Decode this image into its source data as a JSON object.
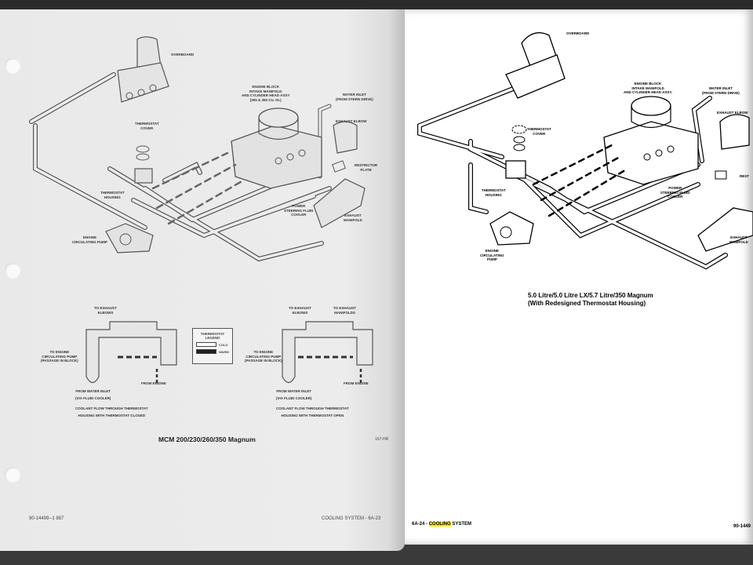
{
  "left_page": {
    "diagram_labels": {
      "overboard": "OVERBOARD",
      "engine_block": [
        "ENGINE BLOCK",
        "INTAKE MANIFOLD",
        "AND CYLINDER HEAD ASSY",
        "(305 & 350 CU. IN.)"
      ],
      "water_inlet": [
        "WATER INLET",
        "(FROM STERN DRIVE)"
      ],
      "thermostat_cover": [
        "THERMOSTAT",
        "COVER"
      ],
      "exhaust_elbow": "EXHAUST ELBOW",
      "restrictor_plate": [
        "RESTRICTOR",
        "PLATE"
      ],
      "thermostat_housing": [
        "THERMOSTAT",
        "HOUSING"
      ],
      "power_steering": [
        "POWER",
        "STEERING FLUID",
        "COOLER"
      ],
      "exhaust_manifold": [
        "EXHAUST",
        "MANIFOLD"
      ],
      "circulating_pump": [
        "ENGINE",
        "CIRCULATING PUMP"
      ]
    },
    "closed_detail": {
      "to_exhaust_elbows": [
        "TO EXHAUST",
        "ELBOWS"
      ],
      "to_pump": [
        "TO ENGINE",
        "CIRCULATING PUMP",
        "(PASSAGE IN BLOCK)"
      ],
      "from_engine": "FROM ENGINE",
      "from_water_inlet": [
        "FROM WATER INLET",
        "(VIA FLUID COOLER)"
      ],
      "caption": [
        "COOLANT FLOW THROUGH THERMOSTAT",
        "HOUSING WITH THERMOSTAT CLOSED"
      ]
    },
    "legend": {
      "title": [
        "THERMOSTAT",
        "LEGEND"
      ],
      "cold": "COLD",
      "warm": "WARM"
    },
    "open_detail": {
      "to_exhaust_elbows": [
        "TO EXHAUST",
        "ELBOWS"
      ],
      "to_exhaust_manifolds": [
        "TO EXHAUST",
        "MANIFOLDS"
      ],
      "to_pump": [
        "TO ENGINE",
        "CIRCULATING PUMP",
        "(PASSAGE IN BLOCK)"
      ],
      "from_engine": "FROM ENGINE",
      "from_water_inlet": [
        "FROM WATER INLET",
        "(VIA FLUID COOLER)"
      ],
      "caption": [
        "COOLANT FLOW THROUGH THERMOSTAT",
        "HOUSING WITH THERMOSTAT OPEN"
      ]
    },
    "title": "MCM 200/230/260/350 Magnum",
    "figure_code": "167-HR",
    "footer_left": "90-14499--1 887",
    "footer_right": "COOLING SYSTEM - 6A-23"
  },
  "right_page": {
    "diagram_labels": {
      "overboard": "OVERBOARD",
      "engine_block": [
        "ENGINE BLOCK",
        "INTAKE MANIFOLD",
        "AND CYLINDER HEAD ASSY."
      ],
      "water_inlet": [
        "WATER INLET",
        "(FROM STERN DRIVE)"
      ],
      "exhaust_elbow": "EXHAUST ELBOW",
      "thermostat_cover": [
        "THERMOSTAT",
        "COVER"
      ],
      "thermostat_housing": [
        "THERMOSTAT",
        "HOUSING"
      ],
      "power_steering": [
        "POWER",
        "STEERING FLUID",
        "COOLER"
      ],
      "restrictor": "REST",
      "exhaust_manifold": [
        "EXHAUST",
        "MANIFOLD"
      ],
      "circulating_pump": [
        "ENGINE",
        "CIRCULATING",
        "PUMP"
      ]
    },
    "caption": [
      "5.0 Litre/5.0 Litre LX/5.7 Litre/350 Magnum",
      "(With Redesigned Thermostat Housing)"
    ],
    "footer_prefix": "6A-24 - ",
    "footer_highlight": "COOLING",
    "footer_suffix": " SYSTEM",
    "footer_right": "90-1449",
    "highlight_color": "#ffe600"
  }
}
